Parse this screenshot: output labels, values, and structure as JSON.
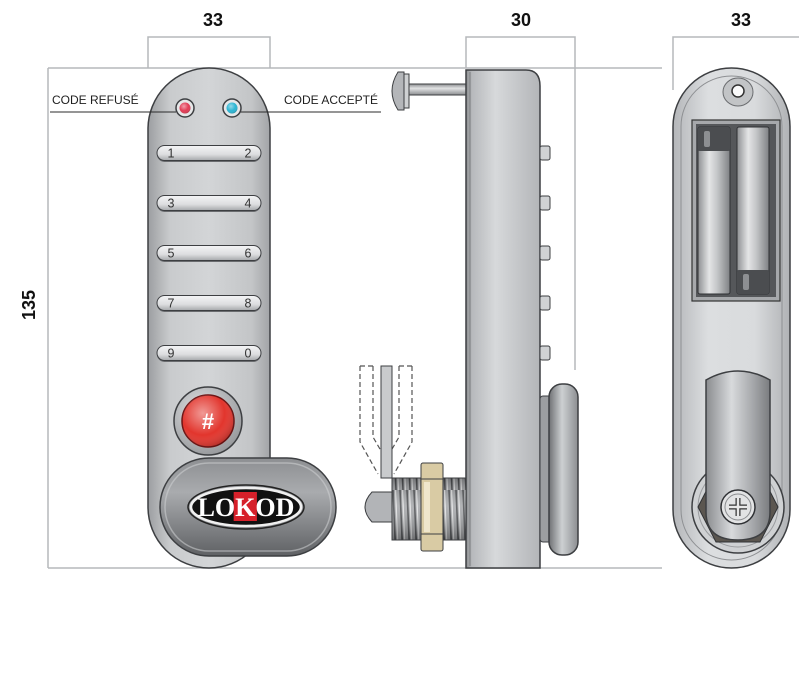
{
  "dimensions": {
    "front_width": "33",
    "side_depth": "30",
    "back_width": "33",
    "height": "135"
  },
  "indicators": {
    "refused": {
      "label": "CODE REFUSÉ",
      "color": "#e23b55"
    },
    "accepted": {
      "label": "CODE ACCEPTÉ",
      "color": "#2bb5d3"
    }
  },
  "keypad": {
    "rows": [
      {
        "left": "1",
        "right": "2"
      },
      {
        "left": "3",
        "right": "4"
      },
      {
        "left": "5",
        "right": "6"
      },
      {
        "left": "7",
        "right": "8"
      },
      {
        "left": "9",
        "right": "0"
      }
    ],
    "hash_key": "#",
    "hash_color": "#e2352d"
  },
  "logo": {
    "parts": [
      "LO",
      "K",
      "OD"
    ],
    "highlight_color": "#d6202a"
  }
}
